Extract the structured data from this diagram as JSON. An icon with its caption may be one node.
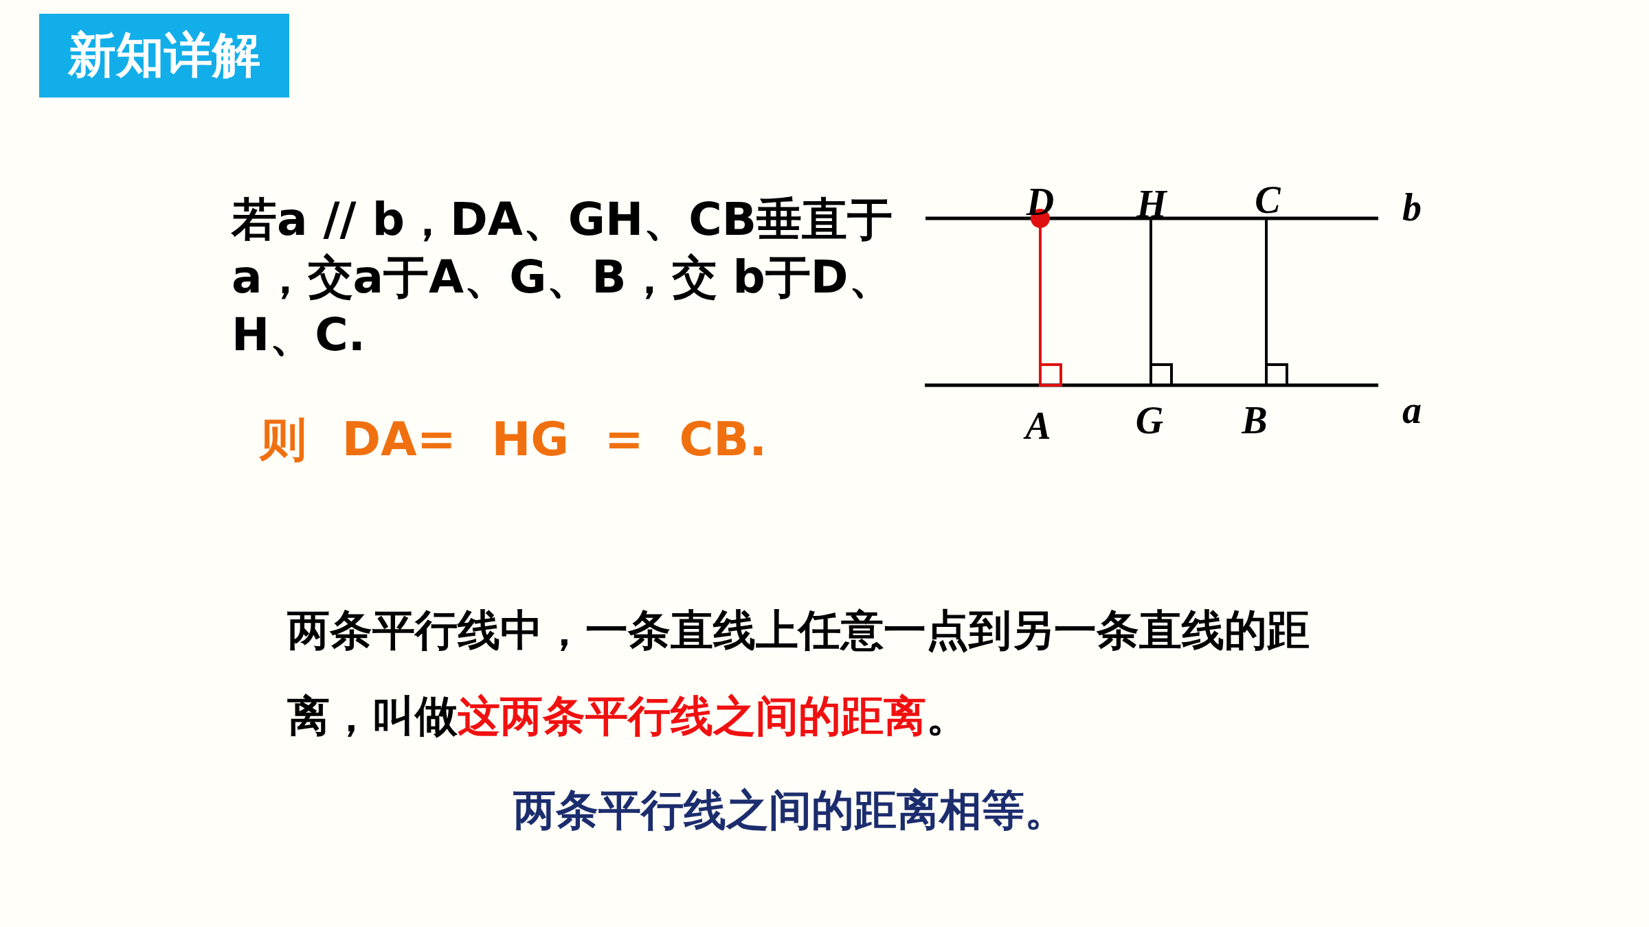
{
  "diagram": {
    "title": "新知详解",
    "labels": [
      "若a // b，DA、GH、CB垂直于 a，交a于A、G、B，交 b于D、H、C.",
      "则 DA= HG = CB.",
      "D",
      "H",
      "C",
      "b",
      "A",
      "G",
      "B",
      "a",
      "两条平行线中，一条直线上任意一点到另一条直线的距离，叫做",
      "这两条平行线之间的距离",
      "。",
      "两条平行线之间的距离相等。"
    ]
  }
}
